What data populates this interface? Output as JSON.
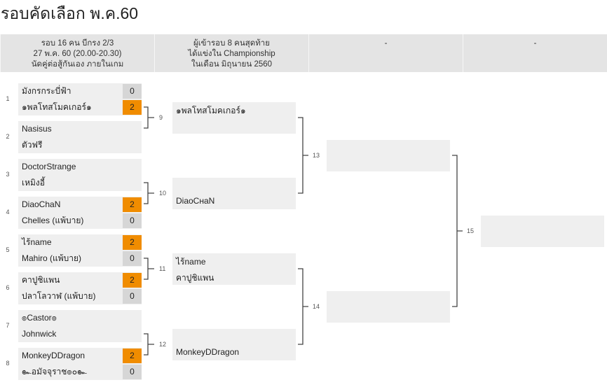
{
  "page_title": "รอบคัดเลือก พ.ค.60",
  "headers": [
    [
      "รอบ 16 คน บีกรง 2/3",
      "27 พ.ค. 60 (20.00-20.30)",
      "นัดคู่ต่อสู้กันเอง ภายในเกม"
    ],
    [
      "ผู้เข้ารอบ 8 คนสุดท้าย",
      "ได้แข่งใน Championship",
      "ในเดือน มิถุนายน 2560"
    ],
    [
      "-"
    ],
    [
      "-"
    ]
  ],
  "seeds": [
    "1",
    "2",
    "3",
    "4",
    "5",
    "6",
    "7",
    "8"
  ],
  "round1": [
    {
      "name": "มังกรกระบี่ฟ้า",
      "score": "0"
    },
    {
      "name": "๑พลโทสโมคเกอร์๑",
      "score": "2",
      "win": true
    },
    {
      "name": "Nasisus",
      "score": ""
    },
    {
      "name": "ตัวฟรี",
      "score": ""
    },
    {
      "name": "DoctorStrange",
      "score": ""
    },
    {
      "name": "เหมิงอี้",
      "score": ""
    },
    {
      "name": "DiaoChaN",
      "score": "2",
      "win": true
    },
    {
      "name": "Chelles (แพ้บาย)",
      "score": "0"
    },
    {
      "name": "ไร้name",
      "score": "2",
      "win": true
    },
    {
      "name": "Mahiro (แพ้บาย)",
      "score": "0"
    },
    {
      "name": "คาปูชิแพน",
      "score": "2",
      "win": true
    },
    {
      "name": "ปลาโลวาฬ (แพ้บาย)",
      "score": "0"
    },
    {
      "name": "๏Castor๏",
      "score": ""
    },
    {
      "name": "Johnwick",
      "score": ""
    },
    {
      "name": "MonkeyDDragon",
      "score": "2",
      "win": true
    },
    {
      "name": "๛อมัจจุราช๏๐๛",
      "score": "0"
    }
  ],
  "round2": [
    {
      "top": "๑พลโทสโมคเกอร์๑",
      "bottom": ""
    },
    {
      "top": "",
      "bottom": "DiaoCʜaN"
    },
    {
      "top": "ไร้name",
      "bottom": "คาปูชิแพน"
    },
    {
      "top": "",
      "bottom": "MonkeyDDragon"
    }
  ],
  "match_numbers": {
    "r1": [
      "9",
      "10",
      "11",
      "12"
    ],
    "r2": [
      "13",
      "14"
    ],
    "r3": [
      "15"
    ]
  }
}
